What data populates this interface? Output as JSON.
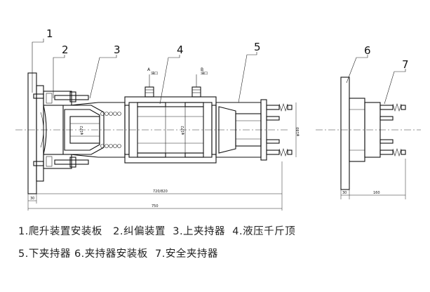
{
  "labels": {
    "n1": "1",
    "n2": "2",
    "n3": "3",
    "n4": "4",
    "n5": "5",
    "n6": "6",
    "n7": "7",
    "A": "A",
    "B": "B",
    "port_note": "油口"
  },
  "dimensions": {
    "overall_length": "750",
    "stroke_length": "720/820",
    "flange_thickness": "30",
    "right_flange": "30",
    "right_length": "160",
    "diameter_left": "φ172",
    "diameter_mid": "φ172",
    "diameter_right": "φ180"
  },
  "captions": {
    "line1": "1.爬升装置安装板   2.纠偏装置  3.上夹持器  4.液压千斤顶",
    "line2": "5.下夹持器 6.夹持器安装板  7.安全夹持器"
  }
}
